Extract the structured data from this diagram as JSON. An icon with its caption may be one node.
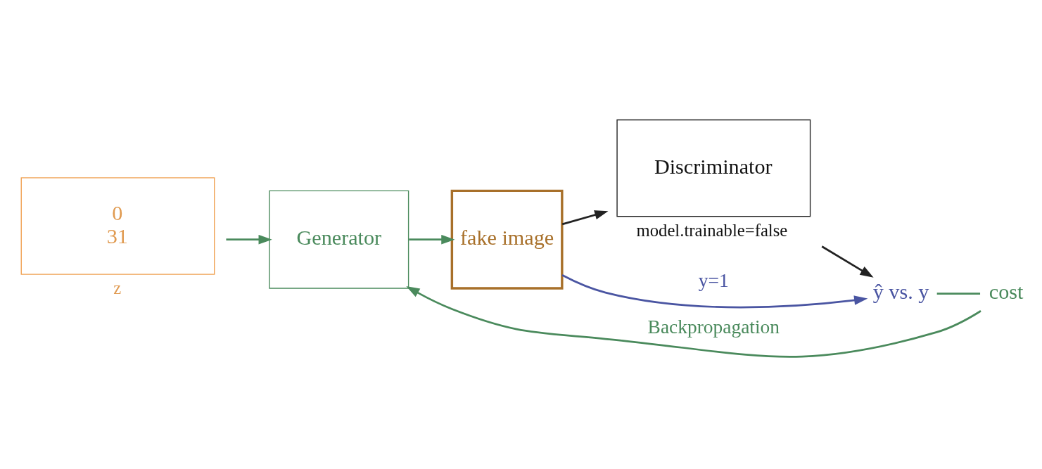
{
  "diagram": {
    "nodes": [
      {
        "text": [
          "0",
          "31"
        ],
        "beside": [
          "z"
        ]
      },
      {
        "text": [
          "Generator"
        ]
      },
      {
        "text": [
          "fake image"
        ]
      },
      {
        "text": [
          "Discriminator"
        ],
        "beside": [
          "model.trainable=false"
        ]
      },
      {
        "text": [
          "ŷ vs. y"
        ]
      },
      {
        "text": [
          "cost"
        ]
      }
    ],
    "edges": [
      {
        "from": 0,
        "to": 1,
        "arrow": "to"
      },
      {
        "from": 1,
        "to": 2,
        "arrow": "to"
      },
      {
        "from": 2,
        "to": 3,
        "arrow": "to",
        "color": "#222222"
      },
      {
        "from": 3,
        "to": 4,
        "arrow": "to",
        "color": "#222222"
      },
      {
        "from": 2,
        "to": 4,
        "arrow": "to",
        "label": "y=1",
        "color": "#4a55a2"
      },
      {
        "from": 4,
        "to": 5,
        "arrow": "none"
      },
      {
        "from": 5,
        "to": 1,
        "arrow": "to",
        "label": "Backpropagation"
      }
    ]
  }
}
